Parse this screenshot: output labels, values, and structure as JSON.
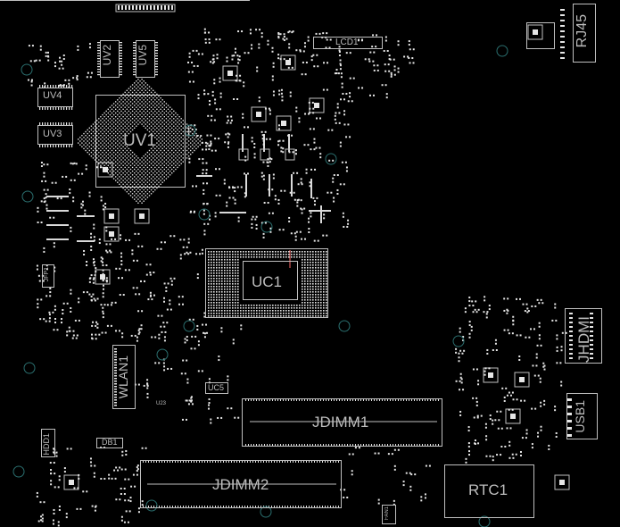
{
  "board": {
    "background": "#000000",
    "silkscreen_color": "#bfbfbf",
    "pad_color": "#e6e6e6",
    "via_color": "#2a6e6e",
    "highlight_color": "#ff6a6a"
  },
  "labels": {
    "uv1": "UV1",
    "uc1": "UC1",
    "uv2": "UV2",
    "uv3": "UV3",
    "uv4": "UV4",
    "uv5": "UV5",
    "lcd1": "LCD1",
    "rj45": "RJ45",
    "jhdmi": "JHDMI",
    "usb1": "USB1",
    "wlan1": "WLAN1",
    "jdimm1": "JDIMM1",
    "jdimm2": "JDIMM2",
    "rtc1": "RTC1",
    "uc5": "UC5",
    "db1": "DB1",
    "hdd1": "HDD1",
    "jfp1": "JFP1",
    "fan1": "FAN1",
    "u23": "U23"
  }
}
